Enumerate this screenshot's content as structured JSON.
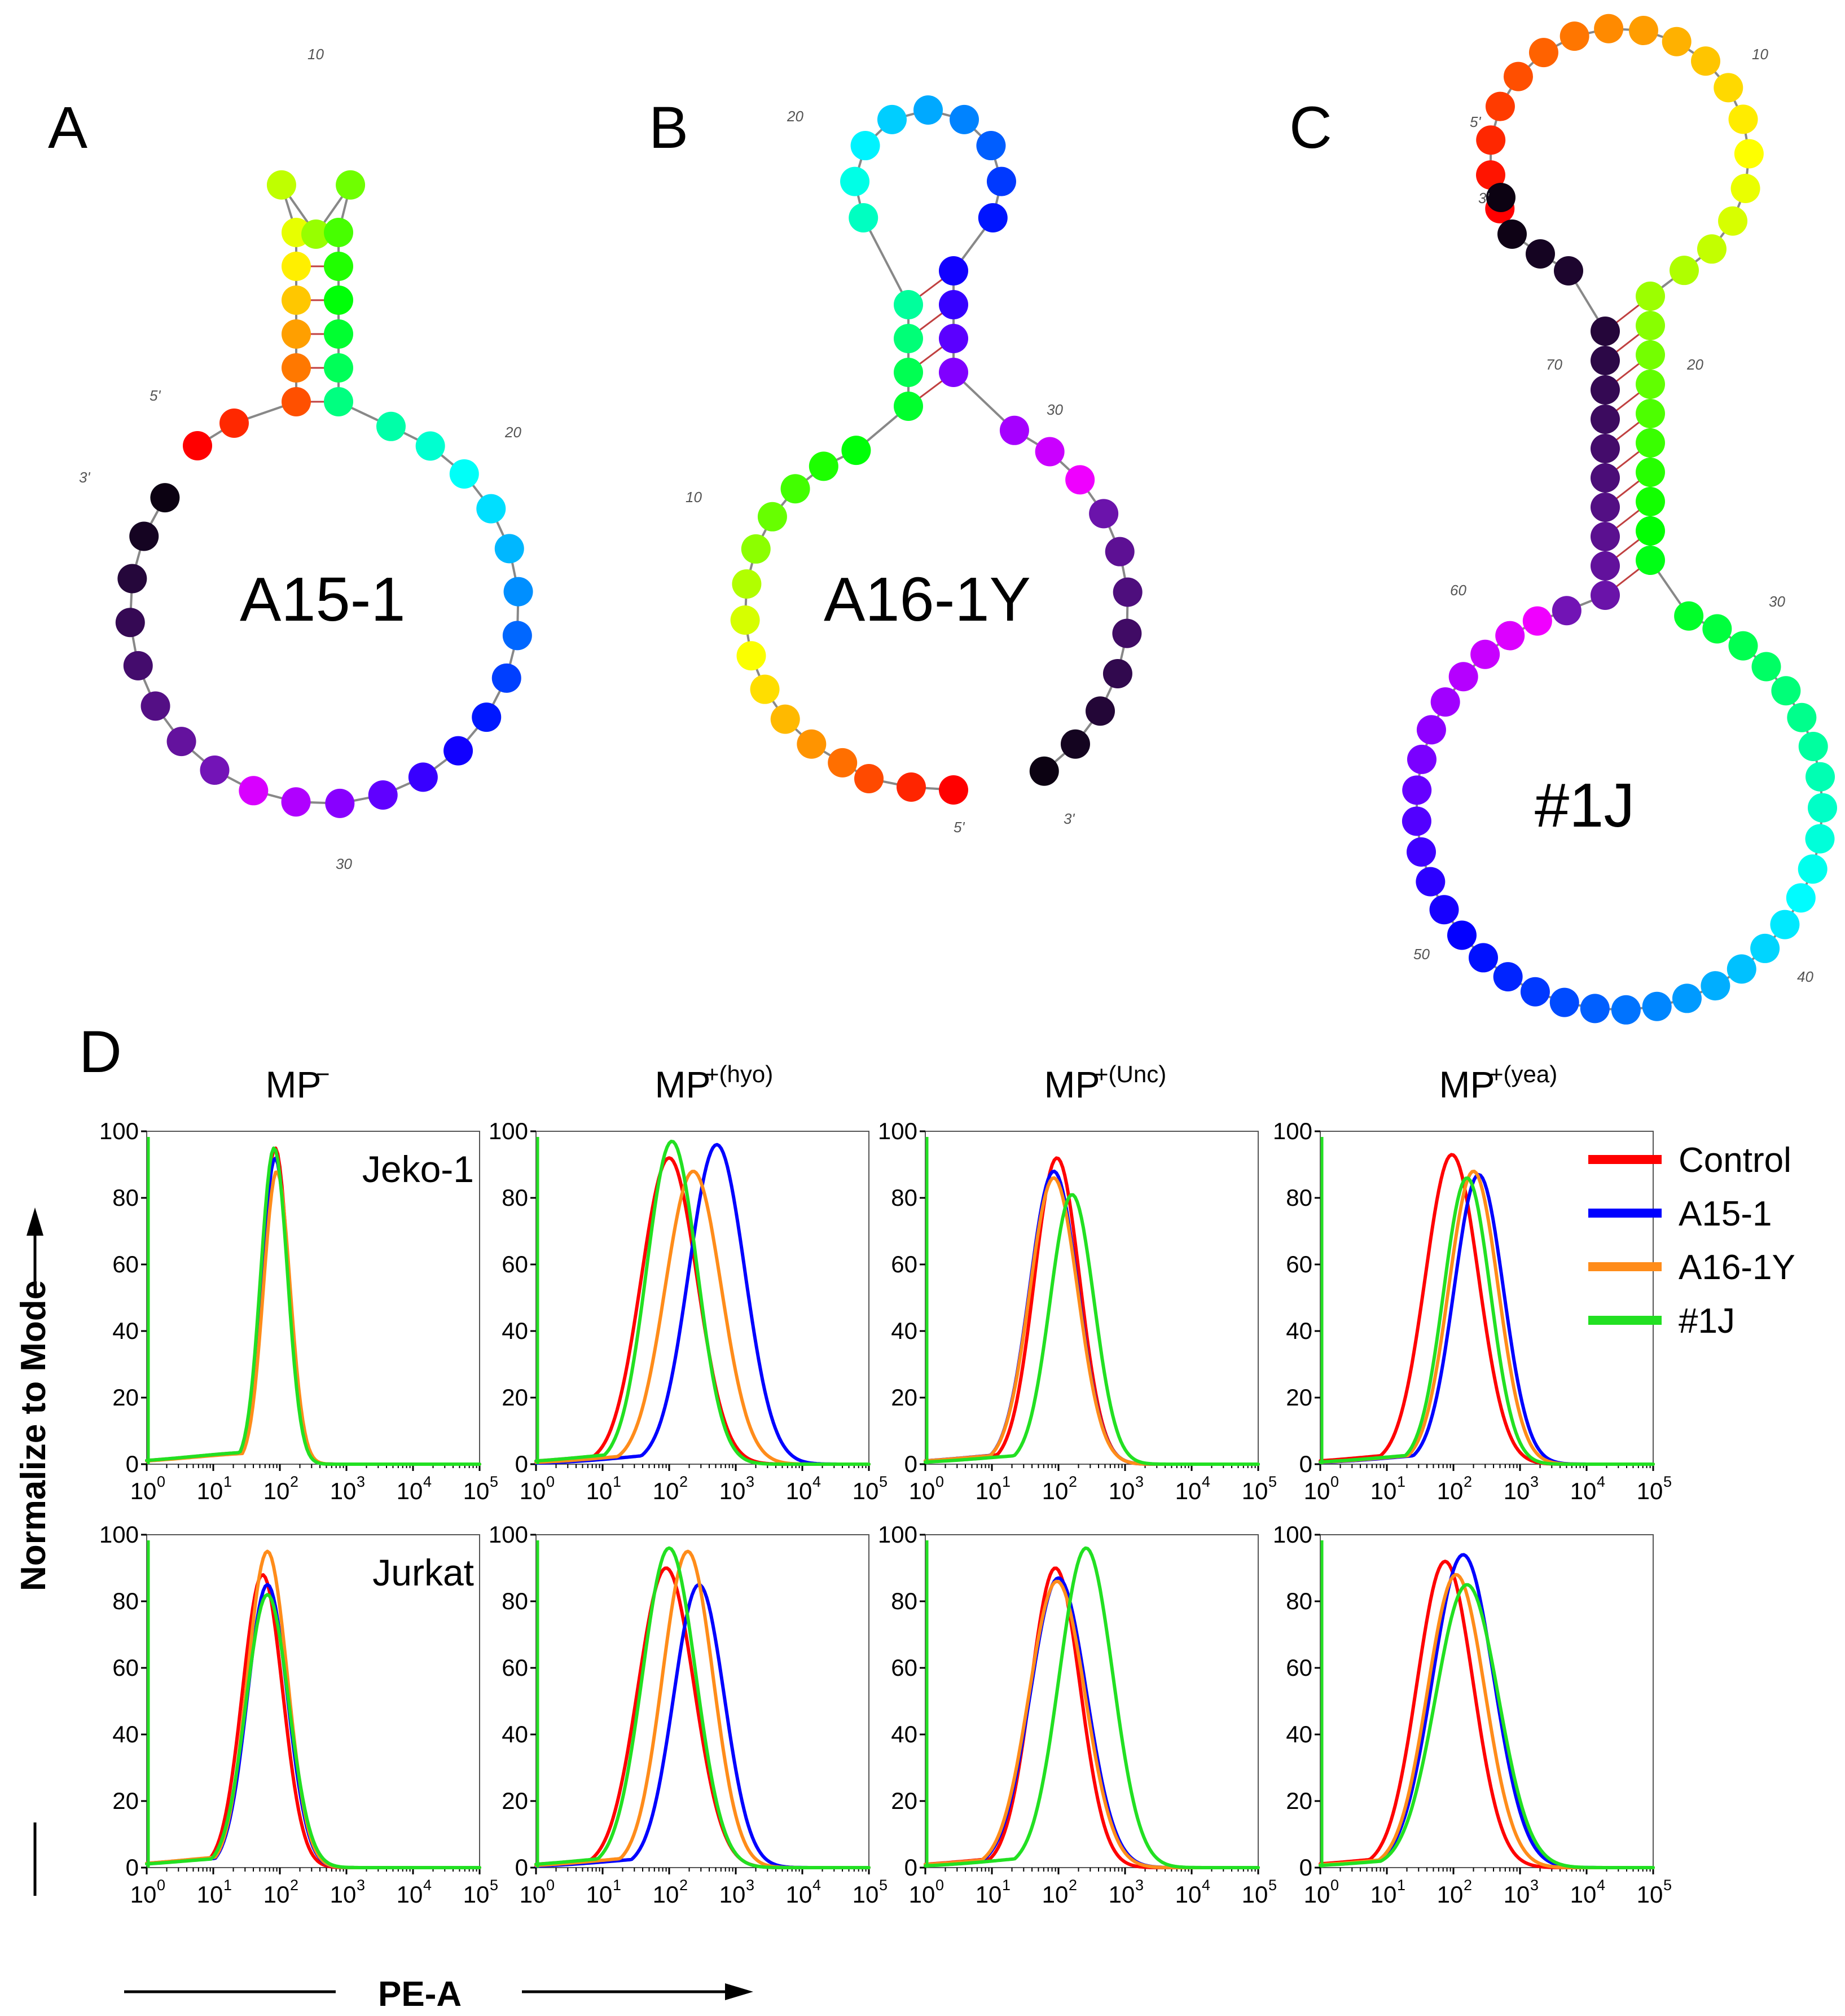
{
  "panels": {
    "A": {
      "letter": "A",
      "name": "A15-1"
    },
    "B": {
      "letter": "B",
      "name": "A16-1Y"
    },
    "C": {
      "letter": "C",
      "name": "#1J"
    },
    "D": {
      "letter": "D"
    }
  },
  "structure_labels": {
    "A": [
      "10",
      "5'",
      "20",
      "3'",
      "30"
    ],
    "B": [
      "20",
      "30",
      "10",
      "5'",
      "3'"
    ],
    "C": [
      "5'",
      "10",
      "3'",
      "70",
      "20",
      "60",
      "30",
      "50",
      "40"
    ]
  },
  "colors": {
    "control": "#ff0000",
    "a15_1": "#0000ff",
    "a16_1y": "#ff8c1a",
    "j1": "#22e022"
  },
  "chart_data": {
    "type": "line",
    "description_of_axes": "flow cytometry histograms",
    "ylabel": "Normalize to Mode",
    "xlabel": "PE-A",
    "xscale": "log",
    "xlim": [
      1,
      100000
    ],
    "ylim": [
      0,
      100
    ],
    "yticks": [
      "0",
      "20",
      "40",
      "60",
      "80",
      "100"
    ],
    "xtick_bases": [
      "10",
      "10",
      "10",
      "10",
      "10",
      "10"
    ],
    "xtick_exps": [
      "0",
      "1",
      "2",
      "3",
      "4",
      "5"
    ],
    "conditions": [
      {
        "base": "MP",
        "sup": "−"
      },
      {
        "base": "MP",
        "sup": "+(hyo)"
      },
      {
        "base": "MP",
        "sup": "+(Unc)"
      },
      {
        "base": "MP",
        "sup": "+(yea)"
      }
    ],
    "cell_lines": [
      "Jeko-1",
      "Jurkat"
    ],
    "legend": [
      "Control",
      "A15-1",
      "A16-1Y",
      "#1J"
    ],
    "series_keys": [
      "control",
      "a15_1",
      "a16_1y",
      "j1"
    ],
    "peaks": {
      "Jeko-1": [
        {
          "control": [
            85,
            95,
            0.2
          ],
          "a15_1": [
            85,
            92,
            0.2
          ],
          "a16_1y": [
            90,
            88,
            0.2
          ],
          "j1": [
            82,
            95,
            0.2
          ]
        },
        {
          "control": [
            100,
            92,
            0.42
          ],
          "a15_1": [
            520,
            96,
            0.42
          ],
          "a16_1y": [
            230,
            88,
            0.42
          ],
          "j1": [
            110,
            97,
            0.38
          ]
        },
        {
          "control": [
            95,
            92,
            0.34
          ],
          "a15_1": [
            85,
            88,
            0.36
          ],
          "a16_1y": [
            85,
            86,
            0.36
          ],
          "j1": [
            160,
            81,
            0.33
          ]
        },
        {
          "control": [
            95,
            93,
            0.4
          ],
          "a15_1": [
            240,
            87,
            0.37
          ],
          "a16_1y": [
            200,
            88,
            0.37
          ],
          "j1": [
            160,
            86,
            0.35
          ]
        }
      ],
      "Jurkat": [
        {
          "control": [
            55,
            88,
            0.3
          ],
          "a15_1": [
            65,
            85,
            0.3
          ],
          "a16_1y": [
            65,
            95,
            0.3
          ],
          "j1": [
            65,
            82,
            0.32
          ]
        },
        {
          "control": [
            90,
            90,
            0.42
          ],
          "a15_1": [
            280,
            85,
            0.38
          ],
          "a16_1y": [
            190,
            95,
            0.38
          ],
          "j1": [
            100,
            96,
            0.4
          ]
        },
        {
          "control": [
            90,
            90,
            0.37
          ],
          "a15_1": [
            100,
            87,
            0.42
          ],
          "a16_1y": [
            95,
            86,
            0.42
          ],
          "j1": [
            260,
            96,
            0.4
          ]
        },
        {
          "control": [
            75,
            92,
            0.42
          ],
          "a15_1": [
            140,
            94,
            0.46
          ],
          "a16_1y": [
            110,
            88,
            0.43
          ],
          "j1": [
            160,
            85,
            0.47
          ]
        }
      ]
    }
  }
}
